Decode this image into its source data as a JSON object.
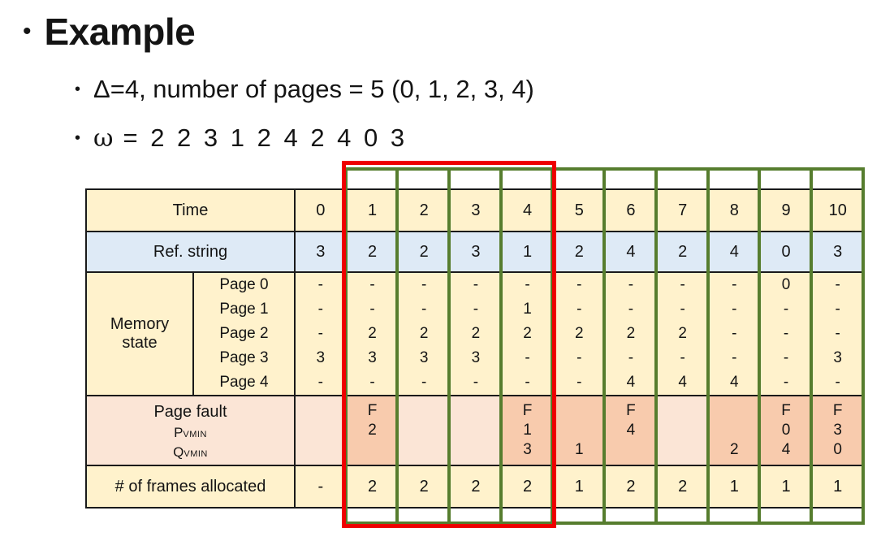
{
  "slide": {
    "title": "Example",
    "bullet1": "Δ=4, number of pages = 5 (0, 1, 2, 3, 4)",
    "bullet2": {
      "symbol": "ω",
      "text": "= 2 2 3 1 2 4 2 4 0 3"
    }
  },
  "table": {
    "time_label": "Time",
    "times": [
      "0",
      "1",
      "2",
      "3",
      "4",
      "5",
      "6",
      "7",
      "8",
      "9",
      "10"
    ],
    "ref_label": "Ref. string",
    "ref_string": [
      "3",
      "2",
      "2",
      "3",
      "1",
      "2",
      "4",
      "2",
      "4",
      "0",
      "3"
    ],
    "memory_label_lines": [
      "Memory",
      "state"
    ],
    "memory_rows": [
      {
        "label": "Page 0",
        "values": [
          "-",
          "-",
          "-",
          "-",
          "-",
          "-",
          "-",
          "-",
          "-",
          "0",
          "-"
        ]
      },
      {
        "label": "Page 1",
        "values": [
          "-",
          "-",
          "-",
          "-",
          "1",
          "-",
          "-",
          "-",
          "-",
          "-",
          "-"
        ]
      },
      {
        "label": "Page 2",
        "values": [
          "-",
          "2",
          "2",
          "2",
          "2",
          "2",
          "2",
          "2",
          "-",
          "-",
          "-"
        ]
      },
      {
        "label": "Page 3",
        "values": [
          "3",
          "3",
          "3",
          "3",
          "-",
          "-",
          "-",
          "-",
          "-",
          "-",
          "3"
        ]
      },
      {
        "label": "Page 4",
        "values": [
          "-",
          "-",
          "-",
          "-",
          "-",
          "-",
          "4",
          "4",
          "4",
          "-",
          "-"
        ]
      }
    ],
    "fault_label": {
      "line1": "Page fault",
      "p_main": "P",
      "p_sub": "VMIN",
      "q_main": "Q",
      "q_sub": "VMIN"
    },
    "fault_cells": [
      {
        "f": "",
        "p": "",
        "q": "",
        "highlight": false
      },
      {
        "f": "F",
        "p": "2",
        "q": "",
        "highlight": true
      },
      {
        "f": "",
        "p": "",
        "q": "",
        "highlight": false
      },
      {
        "f": "",
        "p": "",
        "q": "",
        "highlight": false
      },
      {
        "f": "F",
        "p": "1",
        "q": "3",
        "highlight": true
      },
      {
        "f": "",
        "p": "",
        "q": "1",
        "highlight": true
      },
      {
        "f": "F",
        "p": "4",
        "q": "",
        "highlight": true
      },
      {
        "f": "",
        "p": "",
        "q": "",
        "highlight": false
      },
      {
        "f": "",
        "p": "",
        "q": "2",
        "highlight": true
      },
      {
        "f": "F",
        "p": "0",
        "q": "4",
        "highlight": true
      },
      {
        "f": "F",
        "p": "3",
        "q": "0",
        "highlight": true
      }
    ],
    "frames_label": "# of frames allocated",
    "frames": [
      "-",
      "2",
      "2",
      "2",
      "2",
      "1",
      "2",
      "2",
      "1",
      "1",
      "1"
    ]
  },
  "annotations": {
    "red_window": {
      "from_time": 1,
      "to_time": 4,
      "color": "#ee0000"
    },
    "green_window_times": [
      1,
      2,
      3,
      4,
      5,
      6,
      7,
      8,
      9,
      10
    ],
    "green_color": "#567d2e"
  },
  "colors": {
    "yellow": "#fff2cc",
    "blue": "#deeaf6",
    "peach_light": "#fbe5d6",
    "peach_dark": "#f8cbad",
    "border": "#1a1a1a"
  }
}
